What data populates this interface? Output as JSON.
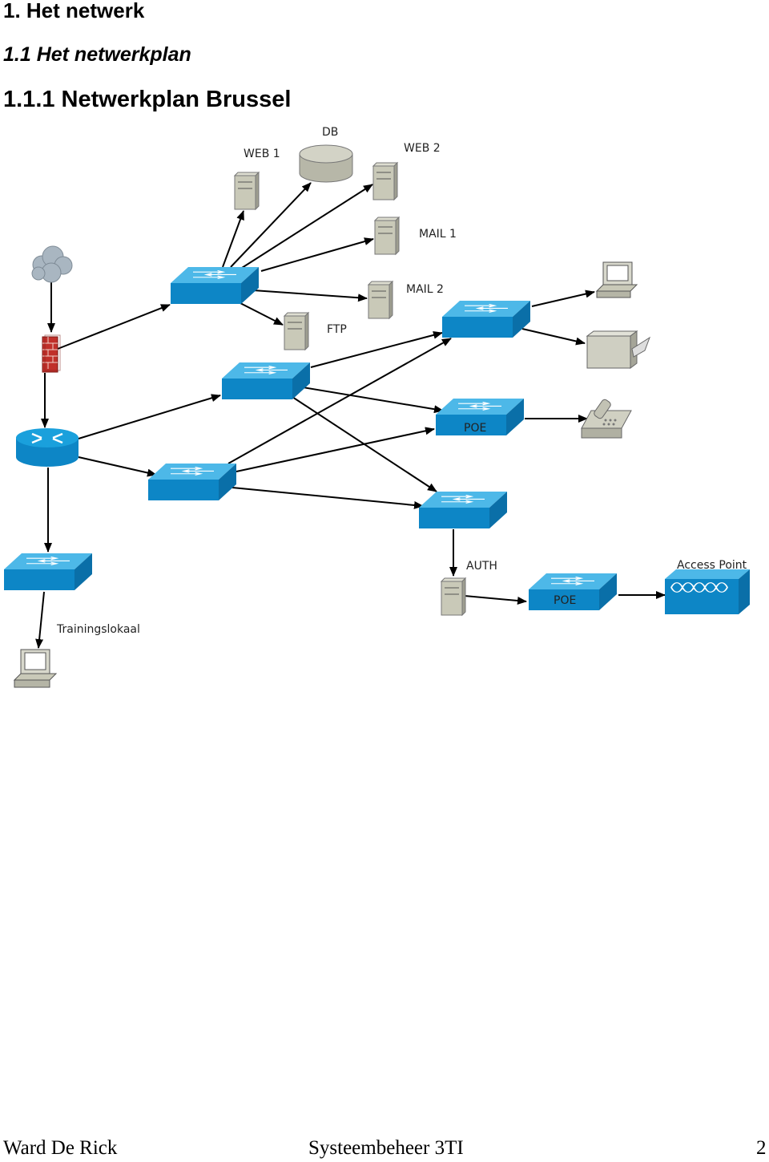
{
  "headings": {
    "h1": "1. Het netwerk",
    "h2": "1.1 Het netwerkplan",
    "h3": "1.1.1 Netwerkplan Brussel"
  },
  "diagram": {
    "labels": {
      "web1": "WEB 1",
      "db": "DB",
      "web2": "WEB 2",
      "mail1": "MAIL 1",
      "mail2": "MAIL 2",
      "ftp": "FTP",
      "poe1": "POE",
      "poe2": "POE",
      "auth": "AUTH",
      "access_point": "Access Point",
      "trainingslokaal": "Trainingslokaal"
    },
    "colors": {
      "switch_top": "#1aa0dc",
      "switch_front": "#0d86c6",
      "switch_side": "#0a6fa8",
      "server": "#c9c9b8",
      "line": "#000000",
      "firewall": "#c0302a"
    }
  },
  "footer": {
    "author": "Ward De Rick",
    "course": "Systeembeheer 3TI",
    "page": "2"
  }
}
